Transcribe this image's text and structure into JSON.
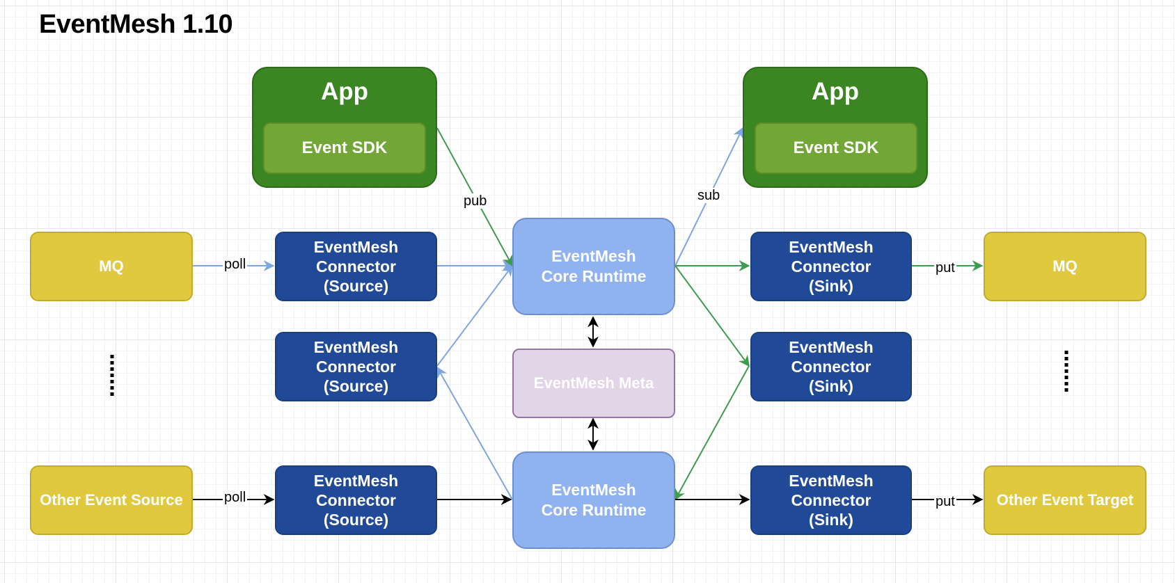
{
  "title": "EventMesh 1.10",
  "app_left": {
    "title": "App",
    "sdk": "Event SDK"
  },
  "app_right": {
    "title": "App",
    "sdk": "Event SDK"
  },
  "sources": {
    "mq": "MQ",
    "other": "Other Event Source"
  },
  "targets": {
    "mq": "MQ",
    "other": "Other Event Target"
  },
  "source_connectors": [
    {
      "line1": "EventMesh",
      "line2": "Connector",
      "line3": "(Source)"
    },
    {
      "line1": "EventMesh",
      "line2": "Connector",
      "line3": "(Source)"
    },
    {
      "line1": "EventMesh",
      "line2": "Connector",
      "line3": "(Source)"
    }
  ],
  "sink_connectors": [
    {
      "line1": "EventMesh",
      "line2": "Connector",
      "line3": "(Sink)"
    },
    {
      "line1": "EventMesh",
      "line2": "Connector",
      "line3": "(Sink)"
    },
    {
      "line1": "EventMesh",
      "line2": "Connector",
      "line3": "(Sink)"
    }
  ],
  "core_top": {
    "line1": "EventMesh",
    "line2": "Core Runtime"
  },
  "core_bottom": {
    "line1": "EventMesh",
    "line2": "Core Runtime"
  },
  "meta": "EventMesh Meta",
  "edge_labels": {
    "pub": "pub",
    "sub": "sub",
    "poll_top": "poll",
    "poll_bottom": "poll",
    "put_top": "put",
    "put_bottom": "put"
  },
  "colors": {
    "blue_edge": "#7ea6e0",
    "green_edge": "#3e9b4f",
    "black_edge": "#000000"
  }
}
